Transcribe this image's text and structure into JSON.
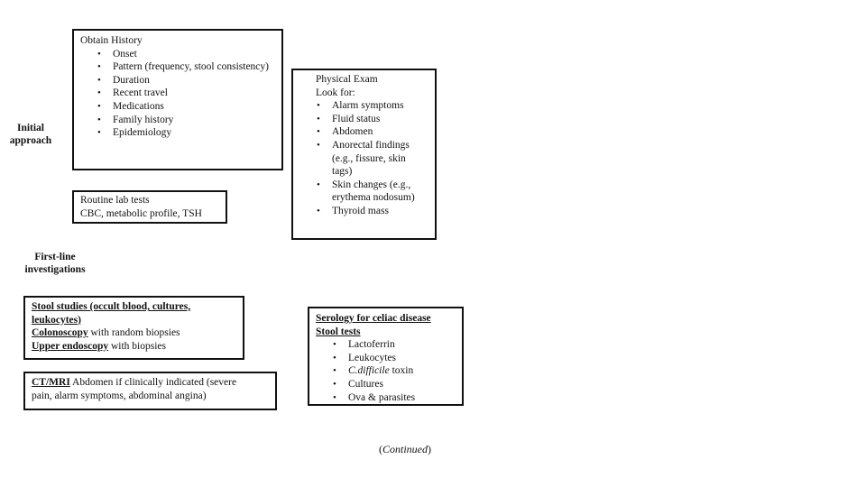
{
  "labels": {
    "initial": [
      "Initial",
      "approach"
    ],
    "first_line": [
      "First-line",
      "investigations"
    ]
  },
  "history": {
    "title": "Obtain History",
    "items": [
      "Onset",
      "Pattern (frequency, stool consistency)",
      "Duration",
      "Recent travel",
      "Medications",
      "Family history",
      "Epidemiology"
    ]
  },
  "exam": {
    "title": "Physical Exam",
    "subtitle": "Look for:",
    "items": [
      {
        "lines": [
          "Alarm symptoms"
        ]
      },
      {
        "lines": [
          "Fluid status"
        ]
      },
      {
        "lines": [
          "Abdomen"
        ]
      },
      {
        "lines": [
          "Anorectal findings",
          "(e.g., fissure, skin",
          "tags)"
        ]
      },
      {
        "lines": [
          "Skin changes (e.g.,",
          "erythema nodosum)"
        ]
      },
      {
        "lines": [
          "Thyroid mass"
        ]
      }
    ]
  },
  "labs": {
    "title": "Routine lab tests",
    "text": "CBC, metabolic profile, TSH"
  },
  "stool_box": {
    "line1_bold": "Stool studies (occult blood, cultures,",
    "line2_bold": "leukocytes)",
    "colonoscopy_bold": "Colonoscopy",
    "colonoscopy_rest": " with random biopsies",
    "upper_bold": "Upper endoscopy",
    "upper_rest": " with biopsies"
  },
  "ct_box": {
    "bold": "CT/MRI",
    "rest1": " Abdomen if clinically indicated (severe",
    "rest2": "pain, alarm symptoms, abdominal angina)"
  },
  "serology": {
    "title1": "Serology for celiac disease",
    "title2": "Stool tests",
    "items": [
      "Lactoferrin",
      "Leukocytes",
      "toxin",
      "Cultures",
      "Ova & parasites"
    ],
    "cdiff_italic": "C.difficile"
  },
  "continued": {
    "open": "(",
    "word": "Continued",
    "close": ")"
  }
}
